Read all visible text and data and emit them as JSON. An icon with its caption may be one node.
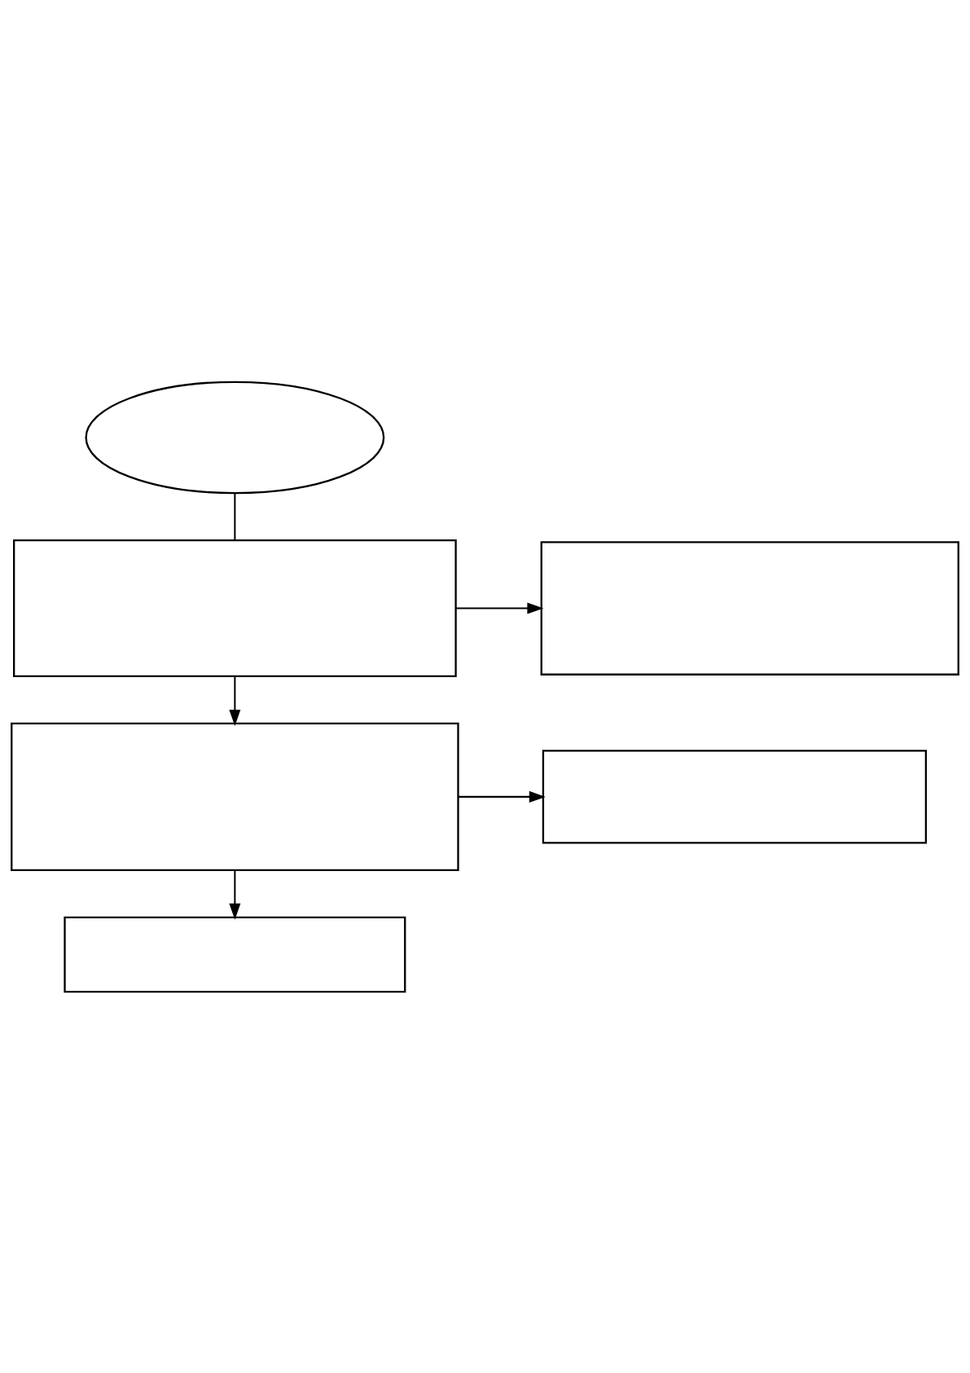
{
  "diagram": {
    "nodes": [
      {
        "text": [],
        "shape": "ellipse"
      },
      {
        "text": [],
        "shape": "box"
      },
      {
        "text": [],
        "shape": "box"
      },
      {
        "text": [],
        "shape": "box"
      },
      {
        "text": [],
        "shape": "box"
      },
      {
        "text": [],
        "shape": "box"
      }
    ],
    "edges": [
      {
        "from": 0,
        "to": 1,
        "arrow": "none"
      },
      {
        "from": 1,
        "to": 2,
        "arrow": "to"
      },
      {
        "from": 1,
        "to": 3,
        "arrow": "to"
      },
      {
        "from": 3,
        "to": 4,
        "arrow": "to"
      },
      {
        "from": 3,
        "to": 5,
        "arrow": "to"
      }
    ]
  }
}
